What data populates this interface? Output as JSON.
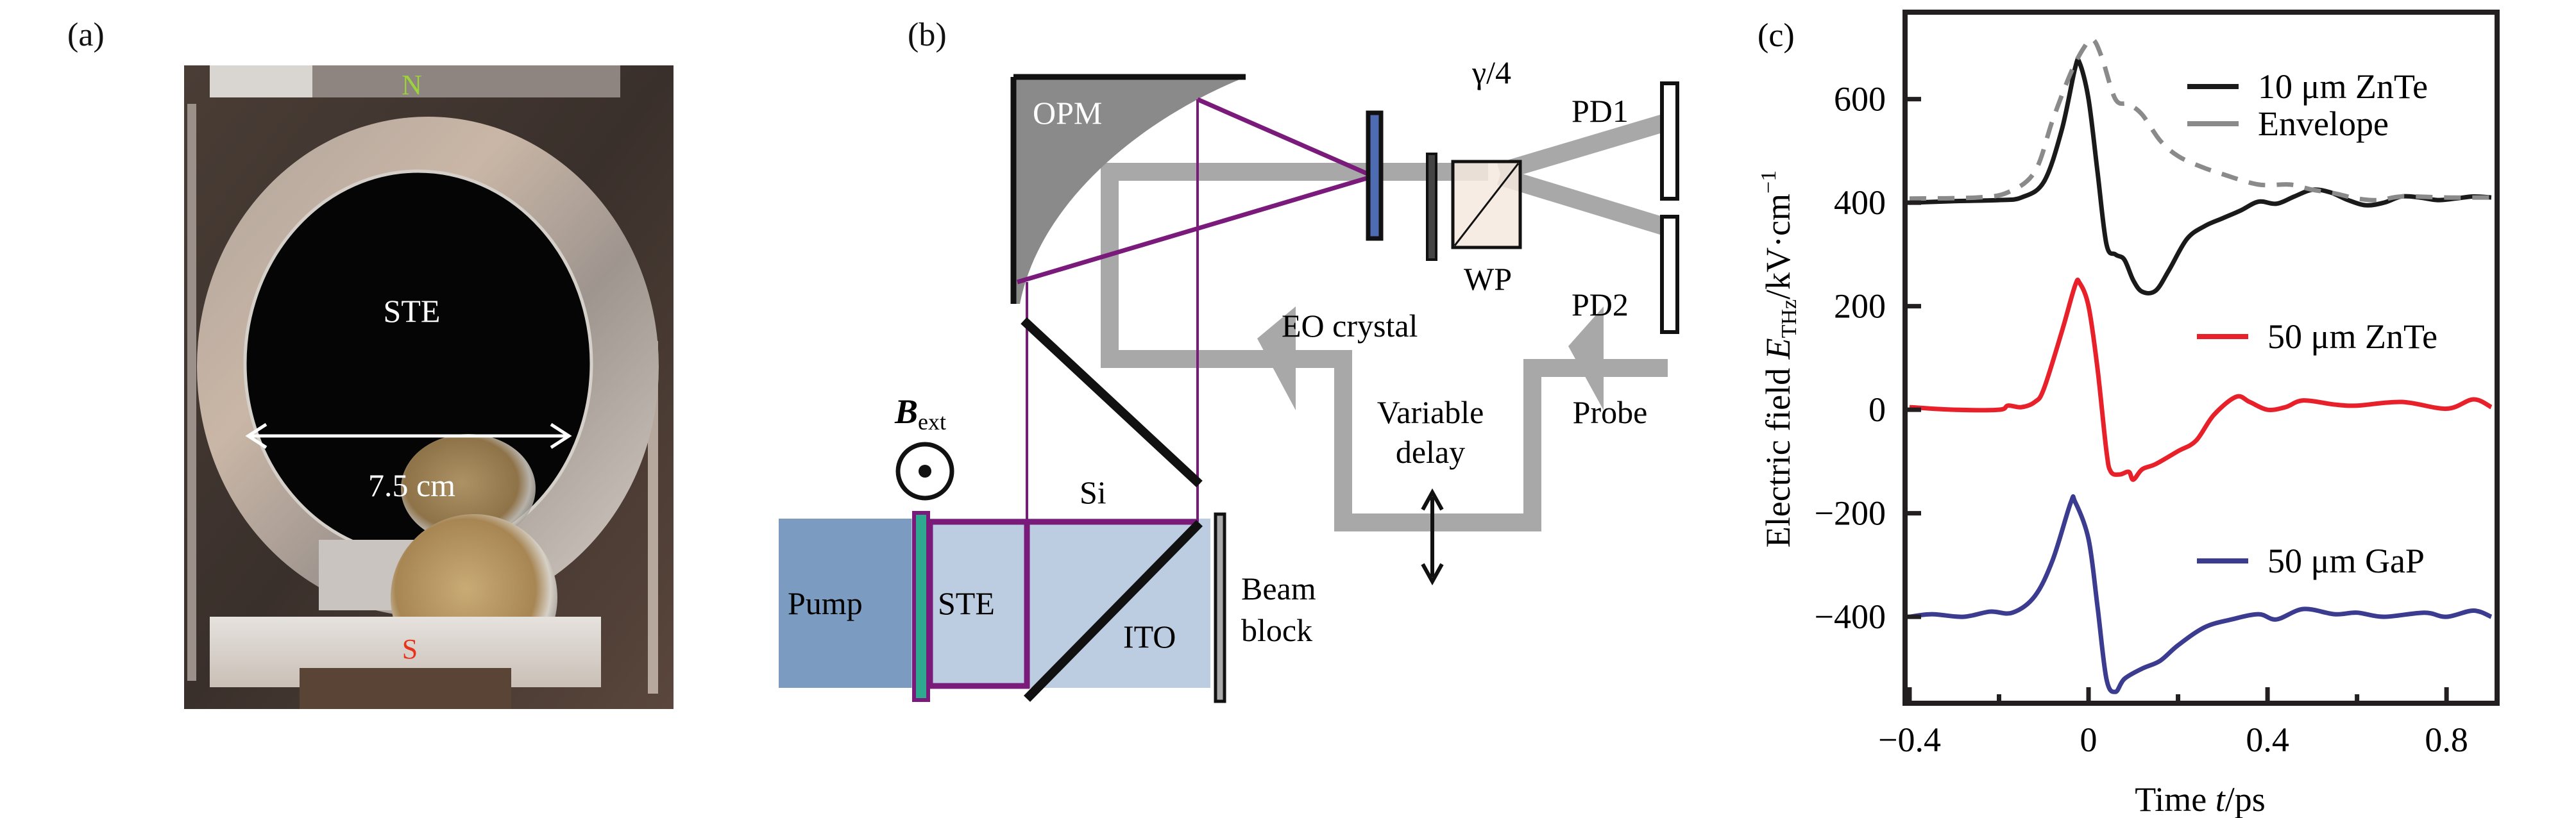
{
  "figure": {
    "panels": [
      "(a)",
      "(b)",
      "(c)"
    ]
  },
  "panel_a": {
    "label": "(a)",
    "photo_description": "Photograph of large-area spintronic THz emitter mounted in magnet holder with a 2-euro coin for scale",
    "north_label": "N",
    "south_label": "S",
    "emitter_label": "STE",
    "size_label": "7.5 cm",
    "colors": {
      "north": "#9bd33a",
      "south": "#e8321c"
    }
  },
  "panel_b": {
    "label": "(b)",
    "opm_label": "OPM",
    "qwp_label": "γ/4",
    "pd1_label": "PD1",
    "pd2_label": "PD2",
    "wp_label": "WP",
    "eo_label": "EO crystal",
    "bfield_label_main": "B",
    "bfield_label_sub": "ext",
    "si_label": "Si",
    "delay_label_line1": "Variable",
    "delay_label_line2": "delay",
    "probe_label": "Probe",
    "pump_label": "Pump",
    "ste_label": "STE",
    "ito_label": "ITO",
    "beamblock_line1": "Beam",
    "beamblock_line2": "block",
    "colors": {
      "pump": "#7b9bc1",
      "beam": "#bccde1",
      "ste": "#2fa890",
      "thz": "#7a1a7a",
      "probe": "#a8a8a8",
      "eo_crystal": "#4f6bb4",
      "wollaston": "#f6e9df",
      "opm": "#8a8a8a"
    }
  },
  "chart_data": {
    "type": "line",
    "label": "(c)",
    "xlabel_main": "Time ",
    "xlabel_var": "t",
    "xlabel_unit": "/ps",
    "ylabel_pre": "Electric field ",
    "ylabel_var": "E",
    "ylabel_sub": "THz",
    "ylabel_unit": "/kV·cm",
    "ylabel_sup": "−1",
    "xlim": [
      -0.41,
      0.913
    ],
    "ylim": [
      -567,
      768
    ],
    "xticks": [
      -0.4,
      -0.2,
      0,
      0.2,
      0.4,
      0.6,
      0.8
    ],
    "xtick_labels": [
      "−0.4",
      "",
      "0",
      "",
      "0.4",
      "",
      "0.8"
    ],
    "yticks": [
      -400,
      -200,
      0,
      200,
      400,
      600
    ],
    "ytick_labels": [
      "−400",
      "−200",
      "0",
      "200",
      "400",
      "600"
    ],
    "grid": false,
    "series": [
      {
        "name": "10 μm ZnTe",
        "color": "#1a1a1a",
        "dashed": false,
        "legend_position": "top-right",
        "x": [
          -0.4,
          -0.3,
          -0.2,
          -0.15,
          -0.1,
          -0.06,
          -0.03,
          -0.02,
          0,
          0.02,
          0.04,
          0.06,
          0.08,
          0.1,
          0.12,
          0.15,
          0.18,
          0.22,
          0.26,
          0.3,
          0.34,
          0.38,
          0.42,
          0.46,
          0.5,
          0.54,
          0.58,
          0.62,
          0.66,
          0.7,
          0.74,
          0.78,
          0.82,
          0.86,
          0.9
        ],
        "y": [
          400,
          403,
          405,
          410,
          440,
          540,
          660,
          670,
          600,
          460,
          320,
          300,
          290,
          250,
          228,
          230,
          270,
          330,
          355,
          370,
          385,
          402,
          398,
          412,
          425,
          420,
          405,
          395,
          400,
          412,
          410,
          405,
          408,
          412,
          410
        ]
      },
      {
        "name": "Envelope",
        "color": "#8a8a8a",
        "dashed": true,
        "legend_position": "top-right",
        "x": [
          -0.4,
          -0.25,
          -0.18,
          -0.12,
          -0.08,
          -0.04,
          -0.01,
          0.01,
          0.03,
          0.06,
          0.09,
          0.12,
          0.16,
          0.2,
          0.25,
          0.3,
          0.38,
          0.45,
          0.5,
          0.55,
          0.6,
          0.65,
          0.7,
          0.8,
          0.9
        ],
        "y": [
          408,
          410,
          420,
          460,
          560,
          650,
          700,
          715,
          680,
          600,
          590,
          570,
          520,
          490,
          470,
          455,
          435,
          435,
          425,
          418,
          408,
          405,
          412,
          410,
          410
        ]
      },
      {
        "name": "50 μm ZnTe",
        "color": "#e8202a",
        "dashed": false,
        "legend_position": "middle-right",
        "x": [
          -0.4,
          -0.3,
          -0.2,
          -0.18,
          -0.15,
          -0.12,
          -0.1,
          -0.06,
          -0.03,
          -0.02,
          0,
          0.02,
          0.04,
          0.05,
          0.07,
          0.09,
          0.1,
          0.12,
          0.15,
          0.2,
          0.24,
          0.28,
          0.33,
          0.36,
          0.4,
          0.44,
          0.48,
          0.55,
          0.6,
          0.7,
          0.8,
          0.86,
          0.9
        ],
        "y": [
          5,
          0,
          0,
          8,
          5,
          15,
          40,
          150,
          240,
          245,
          200,
          80,
          -80,
          -120,
          -125,
          -120,
          -135,
          -115,
          -105,
          -80,
          -60,
          -10,
          25,
          15,
          0,
          5,
          18,
          10,
          8,
          15,
          2,
          20,
          5
        ]
      },
      {
        "name": "50 μm GaP",
        "color": "#3b3b8f",
        "dashed": false,
        "legend_position": "lower-right",
        "x": [
          -0.4,
          -0.35,
          -0.28,
          -0.22,
          -0.17,
          -0.12,
          -0.08,
          -0.04,
          -0.03,
          0,
          0.02,
          0.04,
          0.06,
          0.08,
          0.12,
          0.16,
          0.2,
          0.26,
          0.32,
          0.38,
          0.42,
          0.48,
          0.55,
          0.6,
          0.66,
          0.75,
          0.8,
          0.86,
          0.9
        ],
        "y": [
          -400,
          -395,
          -400,
          -390,
          -392,
          -360,
          -290,
          -180,
          -178,
          -250,
          -380,
          -520,
          -545,
          -520,
          -500,
          -485,
          -455,
          -420,
          -405,
          -395,
          -405,
          -385,
          -395,
          -392,
          -400,
          -392,
          -400,
          -388,
          -400
        ]
      }
    ]
  }
}
